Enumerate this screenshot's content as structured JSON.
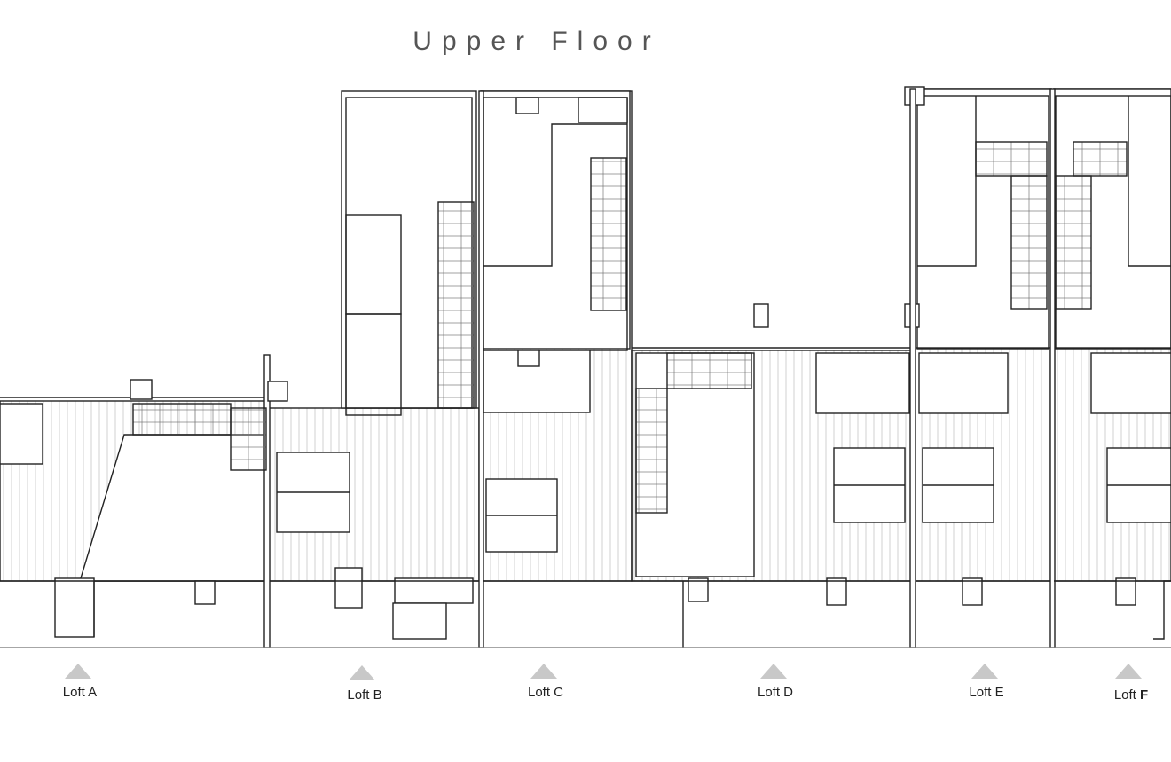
{
  "title": "Upper Floor",
  "lofts": [
    {
      "prefix": "Loft",
      "letter": "A"
    },
    {
      "prefix": "Loft",
      "letter": "B"
    },
    {
      "prefix": "Loft",
      "letter": "C"
    },
    {
      "prefix": "Loft",
      "letter": "D"
    },
    {
      "prefix": "Loft",
      "letter": "E"
    },
    {
      "prefix": "Loft",
      "letter": "F"
    }
  ],
  "colors": {
    "line": "#222222",
    "hatch": "#bbbbbb",
    "marker": "#c8c8c8",
    "title": "#555555"
  }
}
